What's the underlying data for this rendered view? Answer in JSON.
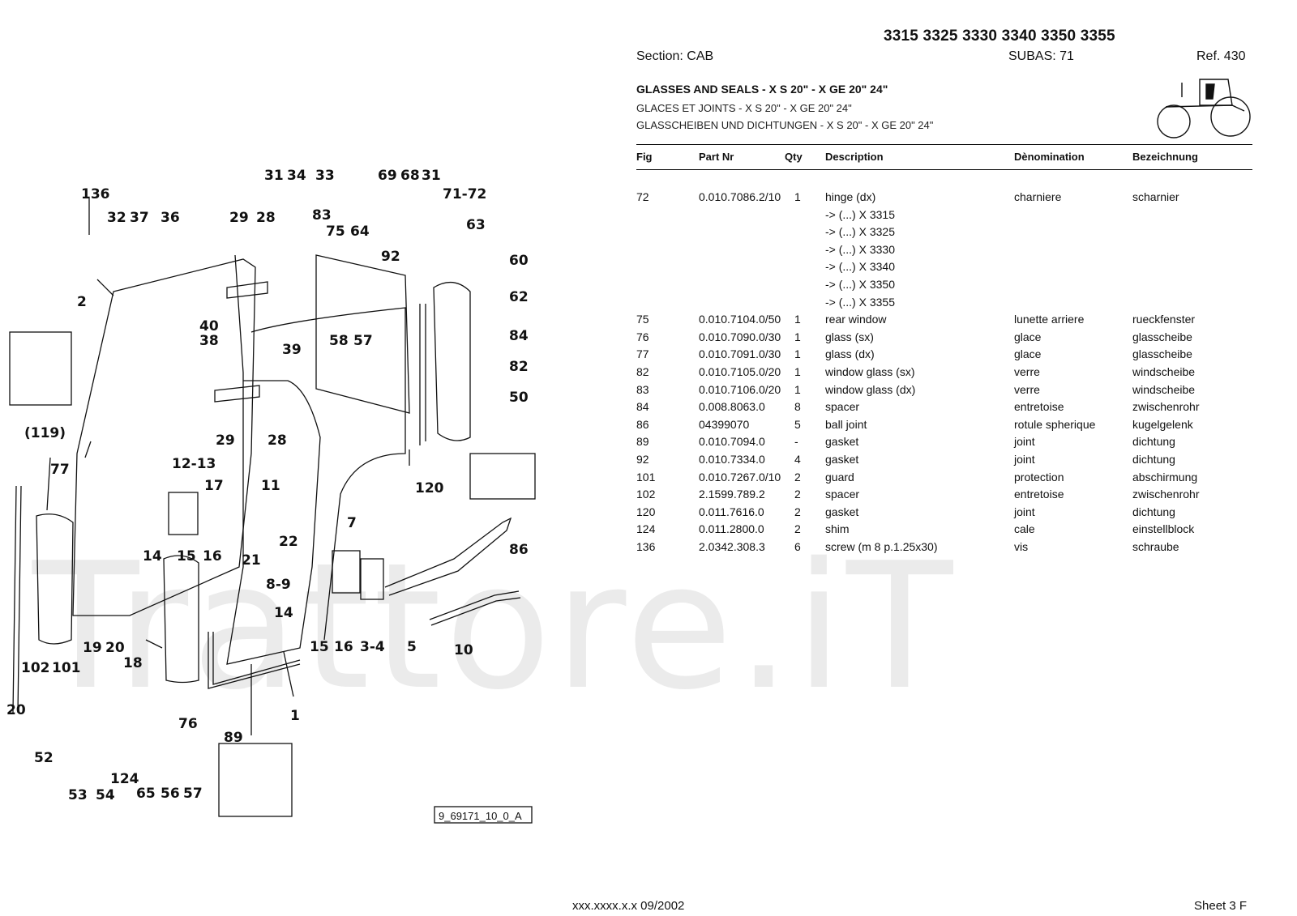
{
  "header": {
    "models": "3315 3325 3330 3340 3350 3355",
    "section": "Section: CAB",
    "subas": "SUBAS: 71",
    "ref": "Ref. 430"
  },
  "titles": {
    "en": "GLASSES AND SEALS - X S 20\" - X GE 20\" 24\"",
    "fr": "GLACES ET JOINTS - X S 20\" - X GE 20\" 24\"",
    "de": "GLASSCHEIBEN UND DICHTUNGEN - X S 20\" - X GE 20\" 24\""
  },
  "columns": [
    "Fig",
    "Part Nr",
    "Qty",
    "Description",
    "Dènomination",
    "Bezeichnung"
  ],
  "parts": [
    {
      "fig": "72",
      "part": "0.010.7086.2/10",
      "qty": "1",
      "desc": "hinge (dx)",
      "fr": "charniere",
      "de": "scharnier"
    },
    {
      "fig": "",
      "part": "",
      "qty": "",
      "desc": "-> (...) X  3315",
      "fr": "",
      "de": ""
    },
    {
      "fig": "",
      "part": "",
      "qty": "",
      "desc": "-> (...) X  3325",
      "fr": "",
      "de": ""
    },
    {
      "fig": "",
      "part": "",
      "qty": "",
      "desc": "-> (...) X  3330",
      "fr": "",
      "de": ""
    },
    {
      "fig": "",
      "part": "",
      "qty": "",
      "desc": "-> (...) X  3340",
      "fr": "",
      "de": ""
    },
    {
      "fig": "",
      "part": "",
      "qty": "",
      "desc": "-> (...) X  3350",
      "fr": "",
      "de": ""
    },
    {
      "fig": "",
      "part": "",
      "qty": "",
      "desc": "-> (...) X  3355",
      "fr": "",
      "de": ""
    },
    {
      "fig": "75",
      "part": "0.010.7104.0/50",
      "qty": "1",
      "desc": "rear window",
      "fr": "lunette arriere",
      "de": "rueckfenster"
    },
    {
      "fig": "76",
      "part": "0.010.7090.0/30",
      "qty": "1",
      "desc": "glass (sx)",
      "fr": "glace",
      "de": "glasscheibe"
    },
    {
      "fig": "77",
      "part": "0.010.7091.0/30",
      "qty": "1",
      "desc": "glass (dx)",
      "fr": "glace",
      "de": "glasscheibe"
    },
    {
      "fig": "82",
      "part": "0.010.7105.0/20",
      "qty": "1",
      "desc": "window glass (sx)",
      "fr": "verre",
      "de": "windscheibe"
    },
    {
      "fig": "83",
      "part": "0.010.7106.0/20",
      "qty": "1",
      "desc": "window glass (dx)",
      "fr": "verre",
      "de": "windscheibe"
    },
    {
      "fig": "84",
      "part": "0.008.8063.0",
      "qty": "8",
      "desc": "spacer",
      "fr": "entretoise",
      "de": "zwischenrohr"
    },
    {
      "fig": "86",
      "part": "04399070",
      "qty": "5",
      "desc": "ball joint",
      "fr": "rotule spherique",
      "de": "kugelgelenk"
    },
    {
      "fig": "89",
      "part": "0.010.7094.0",
      "qty": "-",
      "desc": "gasket",
      "fr": "joint",
      "de": "dichtung"
    },
    {
      "fig": "92",
      "part": "0.010.7334.0",
      "qty": "4",
      "desc": "gasket",
      "fr": "joint",
      "de": "dichtung"
    },
    {
      "fig": "101",
      "part": "0.010.7267.0/10",
      "qty": "2",
      "desc": "guard",
      "fr": "protection",
      "de": "abschirmung"
    },
    {
      "fig": "102",
      "part": "2.1599.789.2",
      "qty": "2",
      "desc": "spacer",
      "fr": "entretoise",
      "de": "zwischenrohr"
    },
    {
      "fig": "120",
      "part": "0.011.7616.0",
      "qty": "2",
      "desc": "gasket",
      "fr": "joint",
      "de": "dichtung"
    },
    {
      "fig": "124",
      "part": "0.011.2800.0",
      "qty": "2",
      "desc": "shim",
      "fr": "cale",
      "de": "einstellblock"
    },
    {
      "fig": "136",
      "part": "2.0342.308.3",
      "qty": "6",
      "desc": "screw (m 8 p.1.25x30)",
      "fr": "vis",
      "de": "schraube"
    }
  ],
  "diagram": {
    "code": "9_69171_10_0_A",
    "callouts": [
      "136",
      "32",
      "37",
      "36",
      "29",
      "28",
      "31",
      "34",
      "33",
      "83",
      "75",
      "64",
      "69",
      "68",
      "31",
      "71-72",
      "63",
      "92",
      "60",
      "62",
      "2",
      "40",
      "38",
      "39",
      "58",
      "57",
      "84",
      "82",
      "50",
      "(119)",
      "29",
      "28",
      "120",
      "77",
      "12-13",
      "17",
      "11",
      "7",
      "86",
      "14",
      "15",
      "16",
      "21",
      "22",
      "8-9",
      "14",
      "15",
      "16",
      "3-4",
      "5",
      "10",
      "102",
      "101",
      "19",
      "20",
      "18",
      "20",
      "76",
      "89",
      "1",
      "52",
      "53",
      "54",
      "124",
      "65",
      "56",
      "57"
    ]
  },
  "watermark": "Trattore.iT",
  "footer": {
    "center": "xxx.xxxx.x.x  09/2002",
    "right": "Sheet 3 F"
  }
}
